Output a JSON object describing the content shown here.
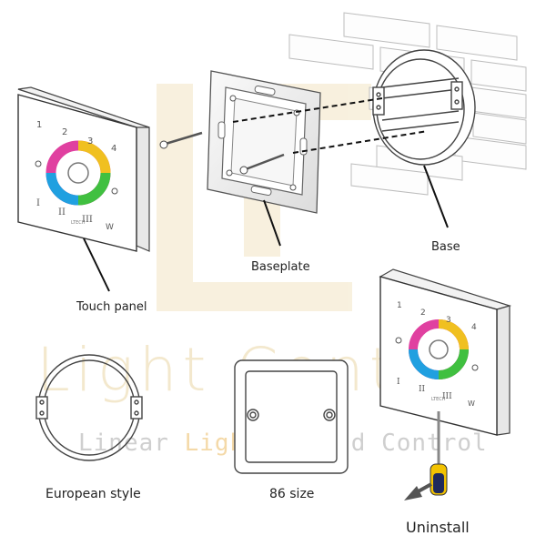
{
  "labels": {
    "touch_panel": "Touch panel",
    "baseplate": "Baseplate",
    "base": "Base",
    "european_style": "European style",
    "size_86": "86 size",
    "uninstall": "Uninstall"
  },
  "panel_text": {
    "brand": "LTECH",
    "w": "W",
    "zone1": "I",
    "zone2": "II",
    "zone3": "III"
  },
  "watermark": {
    "main": "Light Control",
    "tagline_a": "Linear ",
    "tagline_b": "Lighting",
    "tagline_c": " And Control"
  },
  "colors": {
    "watermark_tan": "#f2e6c8",
    "line": "#555555",
    "screwdriver_yellow": "#f2c200",
    "screwdriver_blue": "#1f2a5c"
  }
}
